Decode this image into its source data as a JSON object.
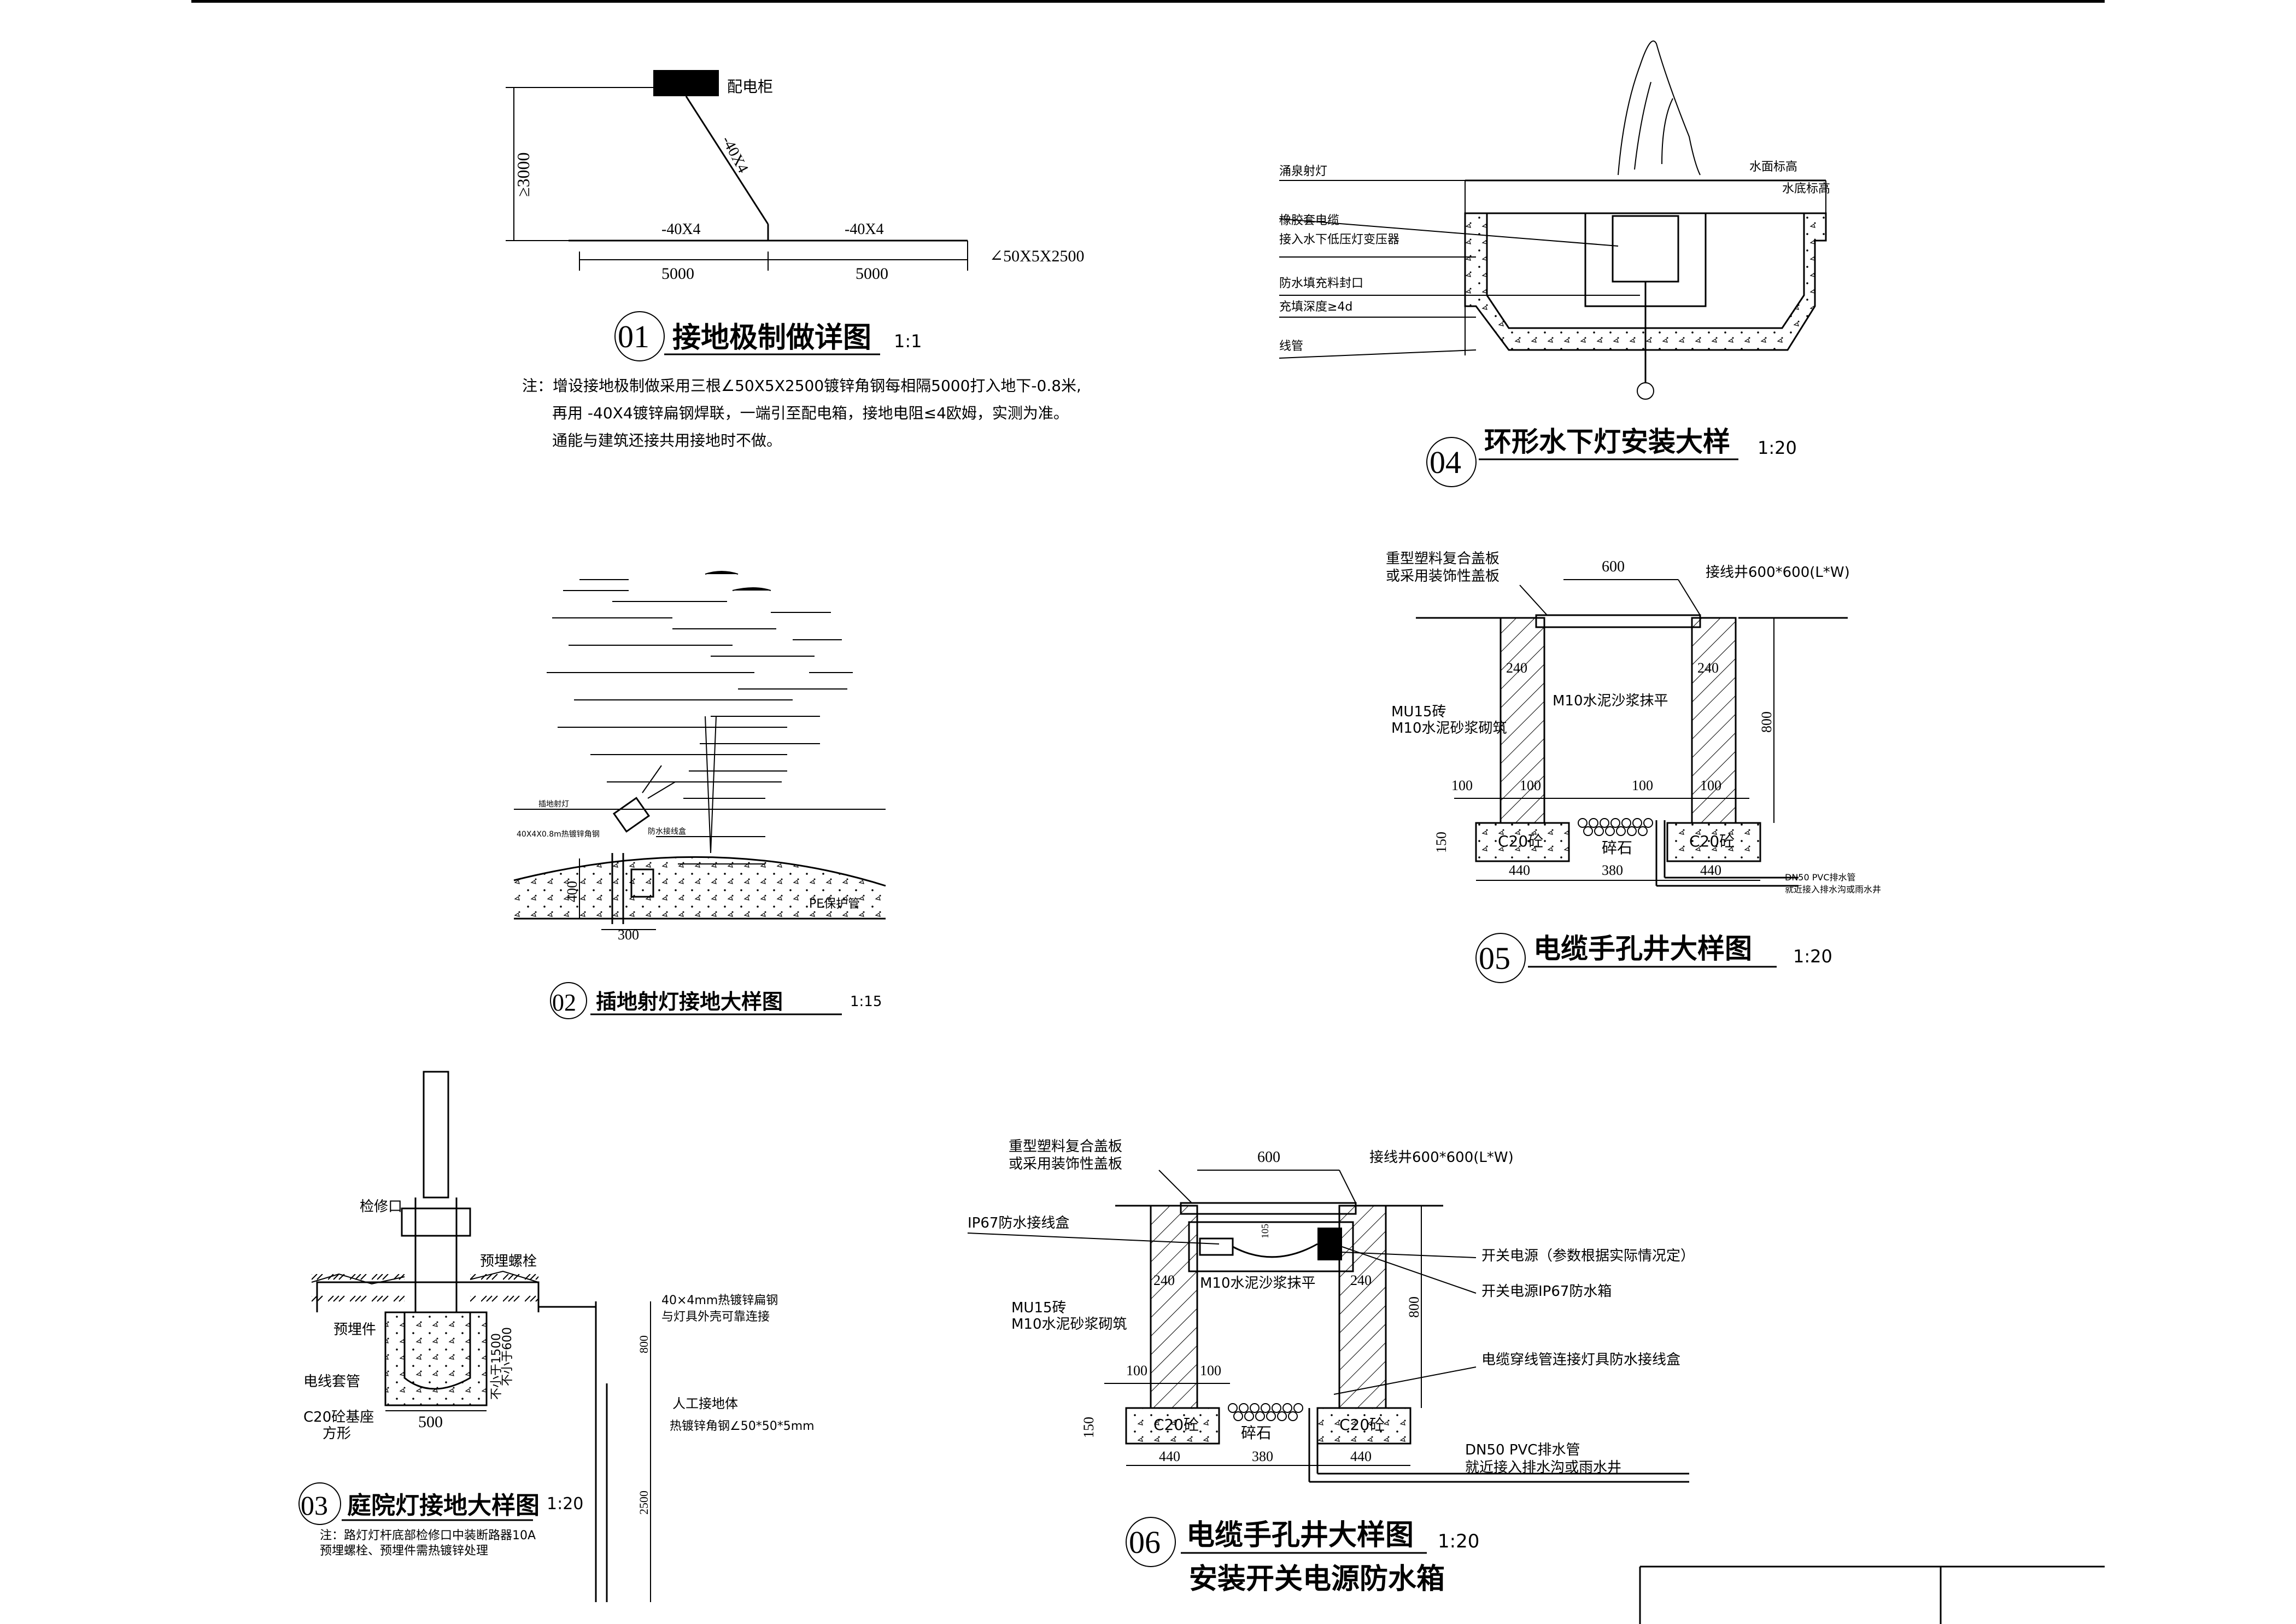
{
  "d1": {
    "num": "01",
    "title": "接地极制做详图",
    "scale": "1:1",
    "cabinet_label": "配电柜",
    "dim_height": "≥3000",
    "bar_diag": "-40X4",
    "bar_left": "-40X4",
    "bar_right": "-40X4",
    "dim_left": "5000",
    "dim_right": "5000",
    "angle_steel": "∠50X5X2500",
    "note_1": "注：增设接地极制做采用三根∠50X5X2500镀锌角钢每相隔5000打入地下-0.8米,",
    "note_2": "再用 -40X4镀锌扁钢焊联，一端引至配电箱，接地电阻≤4欧姆，实测为准。",
    "note_3": "通能与建筑还接共用接地时不做。"
  },
  "d2": {
    "num": "02",
    "title": "插地射灯接地大样图",
    "scale": "1:15",
    "label_lamp": "插地射灯",
    "label_steel": "40X4X0.8m热镀锌角钢",
    "label_box": "防水接线盒",
    "label_pipe": "PE保护管",
    "dim_400": "400",
    "dim_300": "300"
  },
  "d3": {
    "num": "03",
    "title": "庭院灯接地大样图",
    "scale": "1:20",
    "label_access": "检修口",
    "label_bolt": "预埋螺栓",
    "label_embed": "预埋件",
    "label_conduit": "电线套管",
    "label_base_1": "C20砼基座",
    "label_base_2": "方形",
    "dim_500": "500",
    "dim_v1": "不小于600",
    "dim_v2": "不小于1500",
    "label_flat_1": "40×4mm热镀锌扁钢",
    "label_flat_2": "与灯具外壳可靠连接",
    "label_elec_1": "人工接地体",
    "label_elec_2": "热镀锌角钢∠50*50*5mm",
    "dim_800": "800",
    "dim_2500": "2500",
    "note_1": "注：路灯灯杆底部检修口中装断路器10A",
    "note_2": "预埋螺栓、预埋件需热镀锌处理"
  },
  "d4": {
    "num": "04",
    "title": "环形水下灯安装大样",
    "scale": "1:20",
    "label_1": "涌泉射灯",
    "label_2": "橡胶套电缆",
    "label_3": "接入水下低压灯变压器",
    "label_4": "防水填充料封口",
    "label_5": "充填深度≥4d",
    "label_6": "线管",
    "label_water": "水面标高",
    "label_bottom": "水底标高"
  },
  "d5": {
    "num": "05",
    "title": "电缆手孔井大样图",
    "scale": "1:20",
    "cover_1": "重型塑料复合盖板",
    "cover_2": "或采用装饰性盖板",
    "well": "接线井600*600(L*W)",
    "dim_600": "600",
    "dim_240a": "240",
    "dim_240b": "240",
    "dim_800": "800",
    "plaster": "M10水泥沙浆抹平",
    "brick_1": "MU15砖",
    "brick_2": "M10水泥砂浆砌筑",
    "d100a": "100",
    "d100b": "100",
    "d100c": "100",
    "d100d": "100",
    "dim_150": "150",
    "c20a": "C20砼",
    "c20b": "C20砼",
    "gravel": "碎石",
    "d440a": "440",
    "d380": "380",
    "d440b": "440",
    "pipe_1": "DN50 PVC排水管",
    "pipe_2": "就近接入排水沟或雨水井"
  },
  "d6": {
    "num": "06",
    "title": "电缆手孔井大样图",
    "scale": "1:20",
    "subtitle": "安装开关电源防水箱",
    "cover_1": "重型塑料复合盖板",
    "cover_2": "或采用装饰性盖板",
    "well": "接线井600*600(L*W)",
    "dim_600": "600",
    "ip67_box": "IP67防水接线盒",
    "psu": "开关电源（参数根据实际情况定）",
    "psu_box": "开关电源IP67防水箱",
    "brick_1": "MU15砖",
    "brick_2": "M10水泥砂浆砌筑",
    "dim_240a": "240",
    "dim_240b": "240",
    "plaster": "M10水泥沙浆抹平",
    "dim_800": "800",
    "dim_105": "105",
    "cable_pipe": "电缆穿线管连接灯具防水接线盒",
    "d100a": "100",
    "d100b": "100",
    "dim_150": "150",
    "c20a": "C20砼",
    "c20b": "C20砼",
    "gravel": "碎石",
    "d440a": "440",
    "d380": "380",
    "d440b": "440",
    "pipe_1": "DN50 PVC排水管",
    "pipe_2": "就近接入排水沟或雨水井"
  }
}
